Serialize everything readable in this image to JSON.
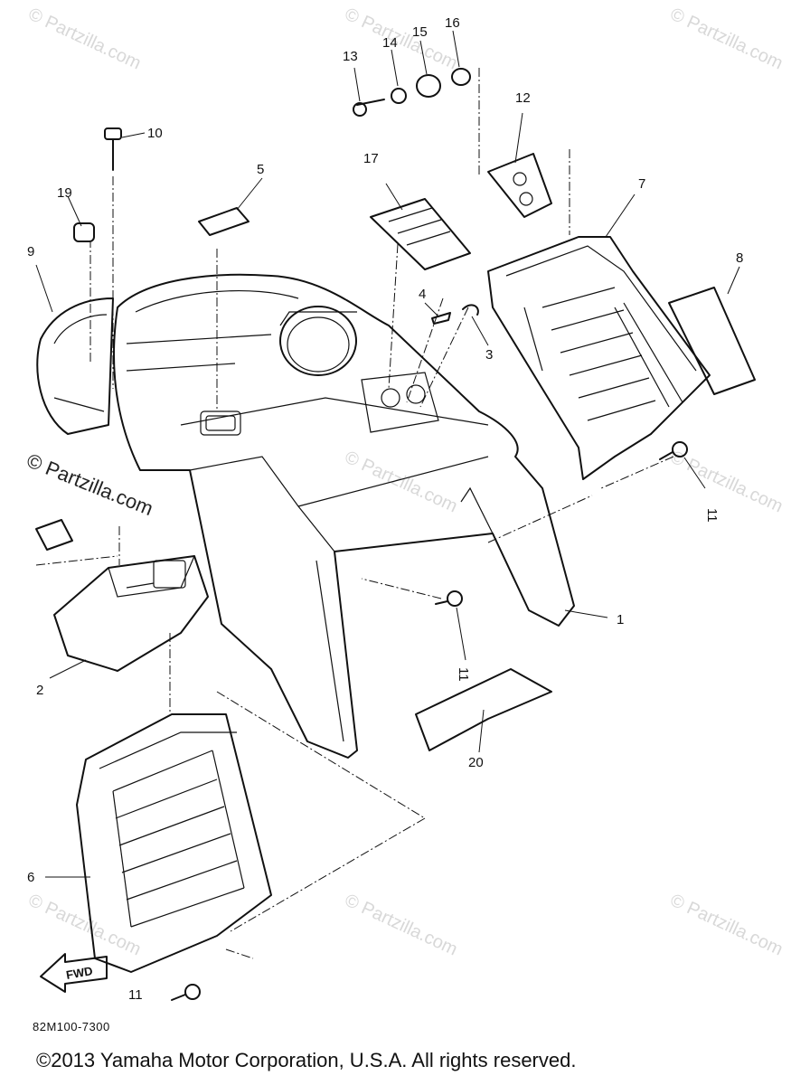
{
  "diagram": {
    "code": "82M100-7300",
    "copyright": "©2013  Yamaha Motor Corporation, U.S.A. All rights reserved.",
    "watermark": "© Partzilla.com",
    "fwd_label": "FWD",
    "callouts": {
      "c1": "1",
      "c2": "2",
      "c3": "3",
      "c4": "4",
      "c5": "5",
      "c6": "6",
      "c7": "7",
      "c8": "8",
      "c9": "9",
      "c10": "10",
      "c11a": "11",
      "c11b": "11",
      "c11c": "11",
      "c12": "12",
      "c13": "13",
      "c14": "14",
      "c15": "15",
      "c16": "16",
      "c17": "17",
      "c19": "19",
      "c20": "20"
    }
  }
}
